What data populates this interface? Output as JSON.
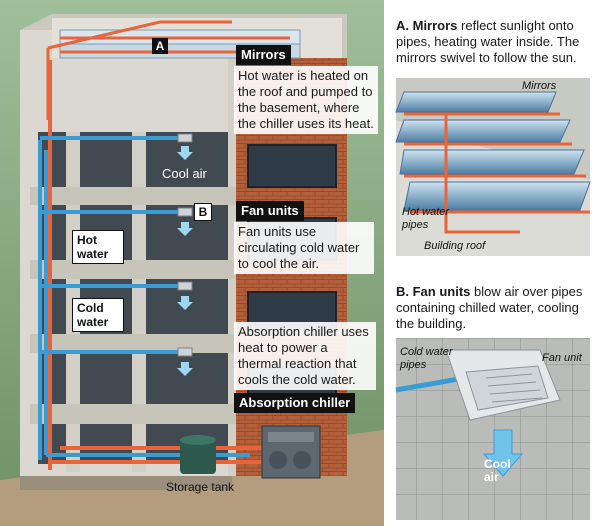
{
  "callouts": {
    "a_letter": "A",
    "a_label": "Mirrors",
    "a_text": "Hot water is heated on the roof and pumped to the basement, where the chiller uses its heat.",
    "b_letter": "B",
    "b_label": "Fan units",
    "b_text": "Fan units use circulating cold water to cool the air.",
    "chiller_text": "Absorption chiller uses heat to power a thermal reaction that cools the cold water.",
    "chiller_label": "Absorption chiller"
  },
  "building_labels": {
    "cool_air": "Cool air",
    "hot_water": "Hot water",
    "cold_water": "Cold water",
    "storage_tank": "Storage tank"
  },
  "panel_a": {
    "title_bold": "A. Mirrors",
    "title_rest": " reflect sunlight onto pipes, heating water inside. The mirrors swivel to follow the sun.",
    "mirrors": "Mirrors",
    "hot_water_pipes": "Hot water pipes",
    "building_roof": "Building roof"
  },
  "panel_b": {
    "title_bold": "B. Fan units",
    "title_rest": " blow air over pipes containing chilled water, cooling the building.",
    "cold_water_pipes": "Cold water pipes",
    "fan_unit": "Fan unit",
    "cool_air": "Cool air"
  },
  "colors": {
    "hot_pipe": "#e8643a",
    "cold_pipe": "#3a9bd5",
    "brick": "#b5603a",
    "concrete": "#dcdad2",
    "sky_green": "#7fa37a"
  }
}
